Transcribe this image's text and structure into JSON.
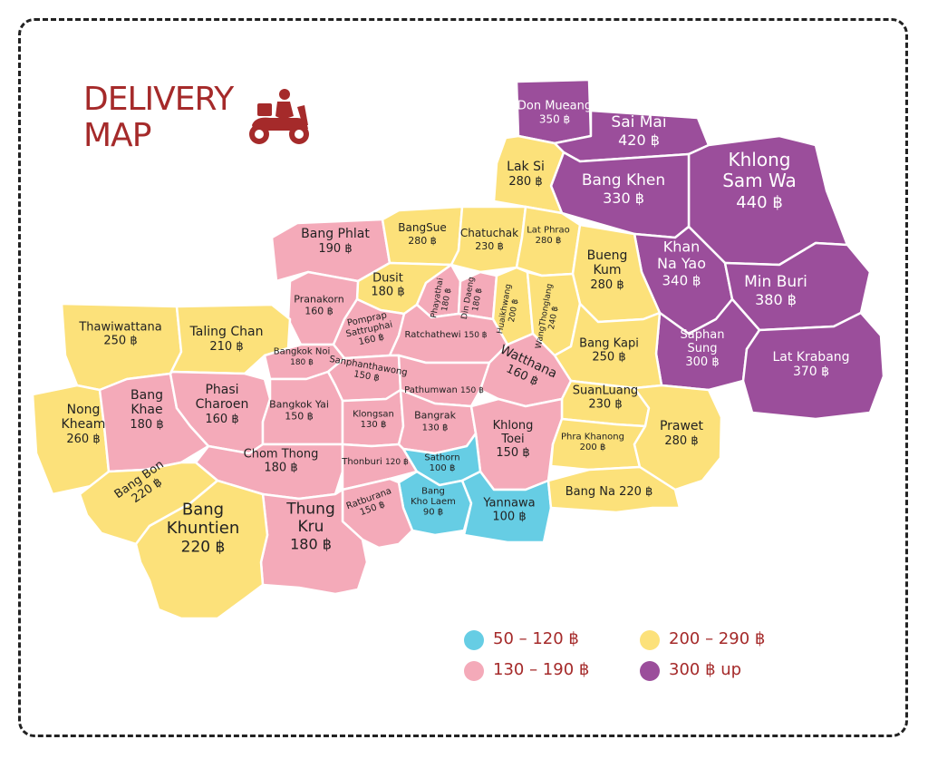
{
  "title": {
    "line1": "DELIVERY",
    "line2": "MAP"
  },
  "colors": {
    "blue": "#66cde4",
    "pink": "#f4aab9",
    "yellow": "#fce17a",
    "purple": "#9b4e9b",
    "title": "#a52a2a"
  },
  "legend": [
    {
      "color": "blue",
      "label": "50 – 120 ฿"
    },
    {
      "color": "pink",
      "label": "130 – 190 ฿"
    },
    {
      "color": "yellow",
      "label": "200 – 290 ฿"
    },
    {
      "color": "purple",
      "label": "300 ฿ up"
    }
  ],
  "districts": [
    {
      "name": "Don Mueang",
      "price": "350 ฿",
      "tier": "purple"
    },
    {
      "name": "Sai Mai",
      "price": "420 ฿",
      "tier": "purple"
    },
    {
      "name": "Khlong Sam Wa",
      "price": "440 ฿",
      "tier": "purple"
    },
    {
      "name": "Bang Khen",
      "price": "330 ฿",
      "tier": "purple"
    },
    {
      "name": "Lak Si",
      "price": "280 ฿",
      "tier": "yellow"
    },
    {
      "name": "Khan Na Yao",
      "price": "340 ฿",
      "tier": "purple"
    },
    {
      "name": "Min Buri",
      "price": "380 ฿",
      "tier": "purple"
    },
    {
      "name": "Saphan Sung",
      "price": "300 ฿",
      "tier": "purple"
    },
    {
      "name": "Lat Krabang",
      "price": "370 ฿",
      "tier": "purple"
    },
    {
      "name": "Bang Phlat",
      "price": "190 ฿",
      "tier": "pink"
    },
    {
      "name": "BangSue",
      "price": "280 ฿",
      "tier": "yellow"
    },
    {
      "name": "Chatuchak",
      "price": "230 ฿",
      "tier": "yellow"
    },
    {
      "name": "Lat Phrao",
      "price": "280 ฿",
      "tier": "yellow"
    },
    {
      "name": "Bueng Kum",
      "price": "280 ฿",
      "tier": "yellow"
    },
    {
      "name": "Dusit",
      "price": "180 ฿",
      "tier": "yellow"
    },
    {
      "name": "Pranakorn",
      "price": "160 ฿",
      "tier": "pink"
    },
    {
      "name": "Phayathai",
      "price": "180 ฿",
      "tier": "pink"
    },
    {
      "name": "Din Daeng",
      "price": "180 ฿",
      "tier": "pink"
    },
    {
      "name": "Huaikhwang",
      "price": "200 ฿",
      "tier": "yellow"
    },
    {
      "name": "WangThonglang",
      "price": "240 ฿",
      "tier": "yellow"
    },
    {
      "name": "Bang Kapi",
      "price": "250 ฿",
      "tier": "yellow"
    },
    {
      "name": "Thawiwattana",
      "price": "250 ฿",
      "tier": "yellow"
    },
    {
      "name": "Taling Chan",
      "price": "210 ฿",
      "tier": "yellow"
    },
    {
      "name": "Pomprap Sattruphai",
      "price": "160 ฿",
      "tier": "pink"
    },
    {
      "name": "Ratchathewi",
      "price": "150 ฿",
      "tier": "pink"
    },
    {
      "name": "Bangkok Noi",
      "price": "180 ฿",
      "tier": "pink"
    },
    {
      "name": "Sanphanthawong",
      "price": "150 ฿",
      "tier": "pink"
    },
    {
      "name": "Pathumwan",
      "price": "150 ฿",
      "tier": "pink"
    },
    {
      "name": "Watthana",
      "price": "160 ฿",
      "tier": "pink"
    },
    {
      "name": "SuanLuang",
      "price": "230 ฿",
      "tier": "yellow"
    },
    {
      "name": "Nong Kheam",
      "price": "260 ฿",
      "tier": "yellow"
    },
    {
      "name": "Bang Khae",
      "price": "180 ฿",
      "tier": "pink"
    },
    {
      "name": "Phasi Charoen",
      "price": "160 ฿",
      "tier": "pink"
    },
    {
      "name": "Bangkok Yai",
      "price": "150 ฿",
      "tier": "pink"
    },
    {
      "name": "Klongsan",
      "price": "130 ฿",
      "tier": "pink"
    },
    {
      "name": "Bangrak",
      "price": "130 ฿",
      "tier": "pink"
    },
    {
      "name": "Khlong Toei",
      "price": "150 ฿",
      "tier": "pink"
    },
    {
      "name": "Phra Khanong",
      "price": "200 ฿",
      "tier": "yellow"
    },
    {
      "name": "Prawet",
      "price": "280 ฿",
      "tier": "yellow"
    },
    {
      "name": "Chom Thong",
      "price": "180 ฿",
      "tier": "pink"
    },
    {
      "name": "Thonburi",
      "price": "120 ฿",
      "tier": "pink"
    },
    {
      "name": "Sathorn",
      "price": "100 ฿",
      "tier": "blue"
    },
    {
      "name": "Bang Bon",
      "price": "220 ฿",
      "tier": "yellow"
    },
    {
      "name": "Bang Kho Laem",
      "price": "90 ฿",
      "tier": "blue"
    },
    {
      "name": "Yannawa",
      "price": "100 ฿",
      "tier": "blue"
    },
    {
      "name": "Bang Na",
      "price": "220 ฿",
      "tier": "yellow"
    },
    {
      "name": "Ratburana",
      "price": "150 ฿",
      "tier": "pink"
    },
    {
      "name": "Thung Kru",
      "price": "180 ฿",
      "tier": "pink"
    },
    {
      "name": "Bang Khuntien",
      "price": "220 ฿",
      "tier": "yellow"
    }
  ]
}
